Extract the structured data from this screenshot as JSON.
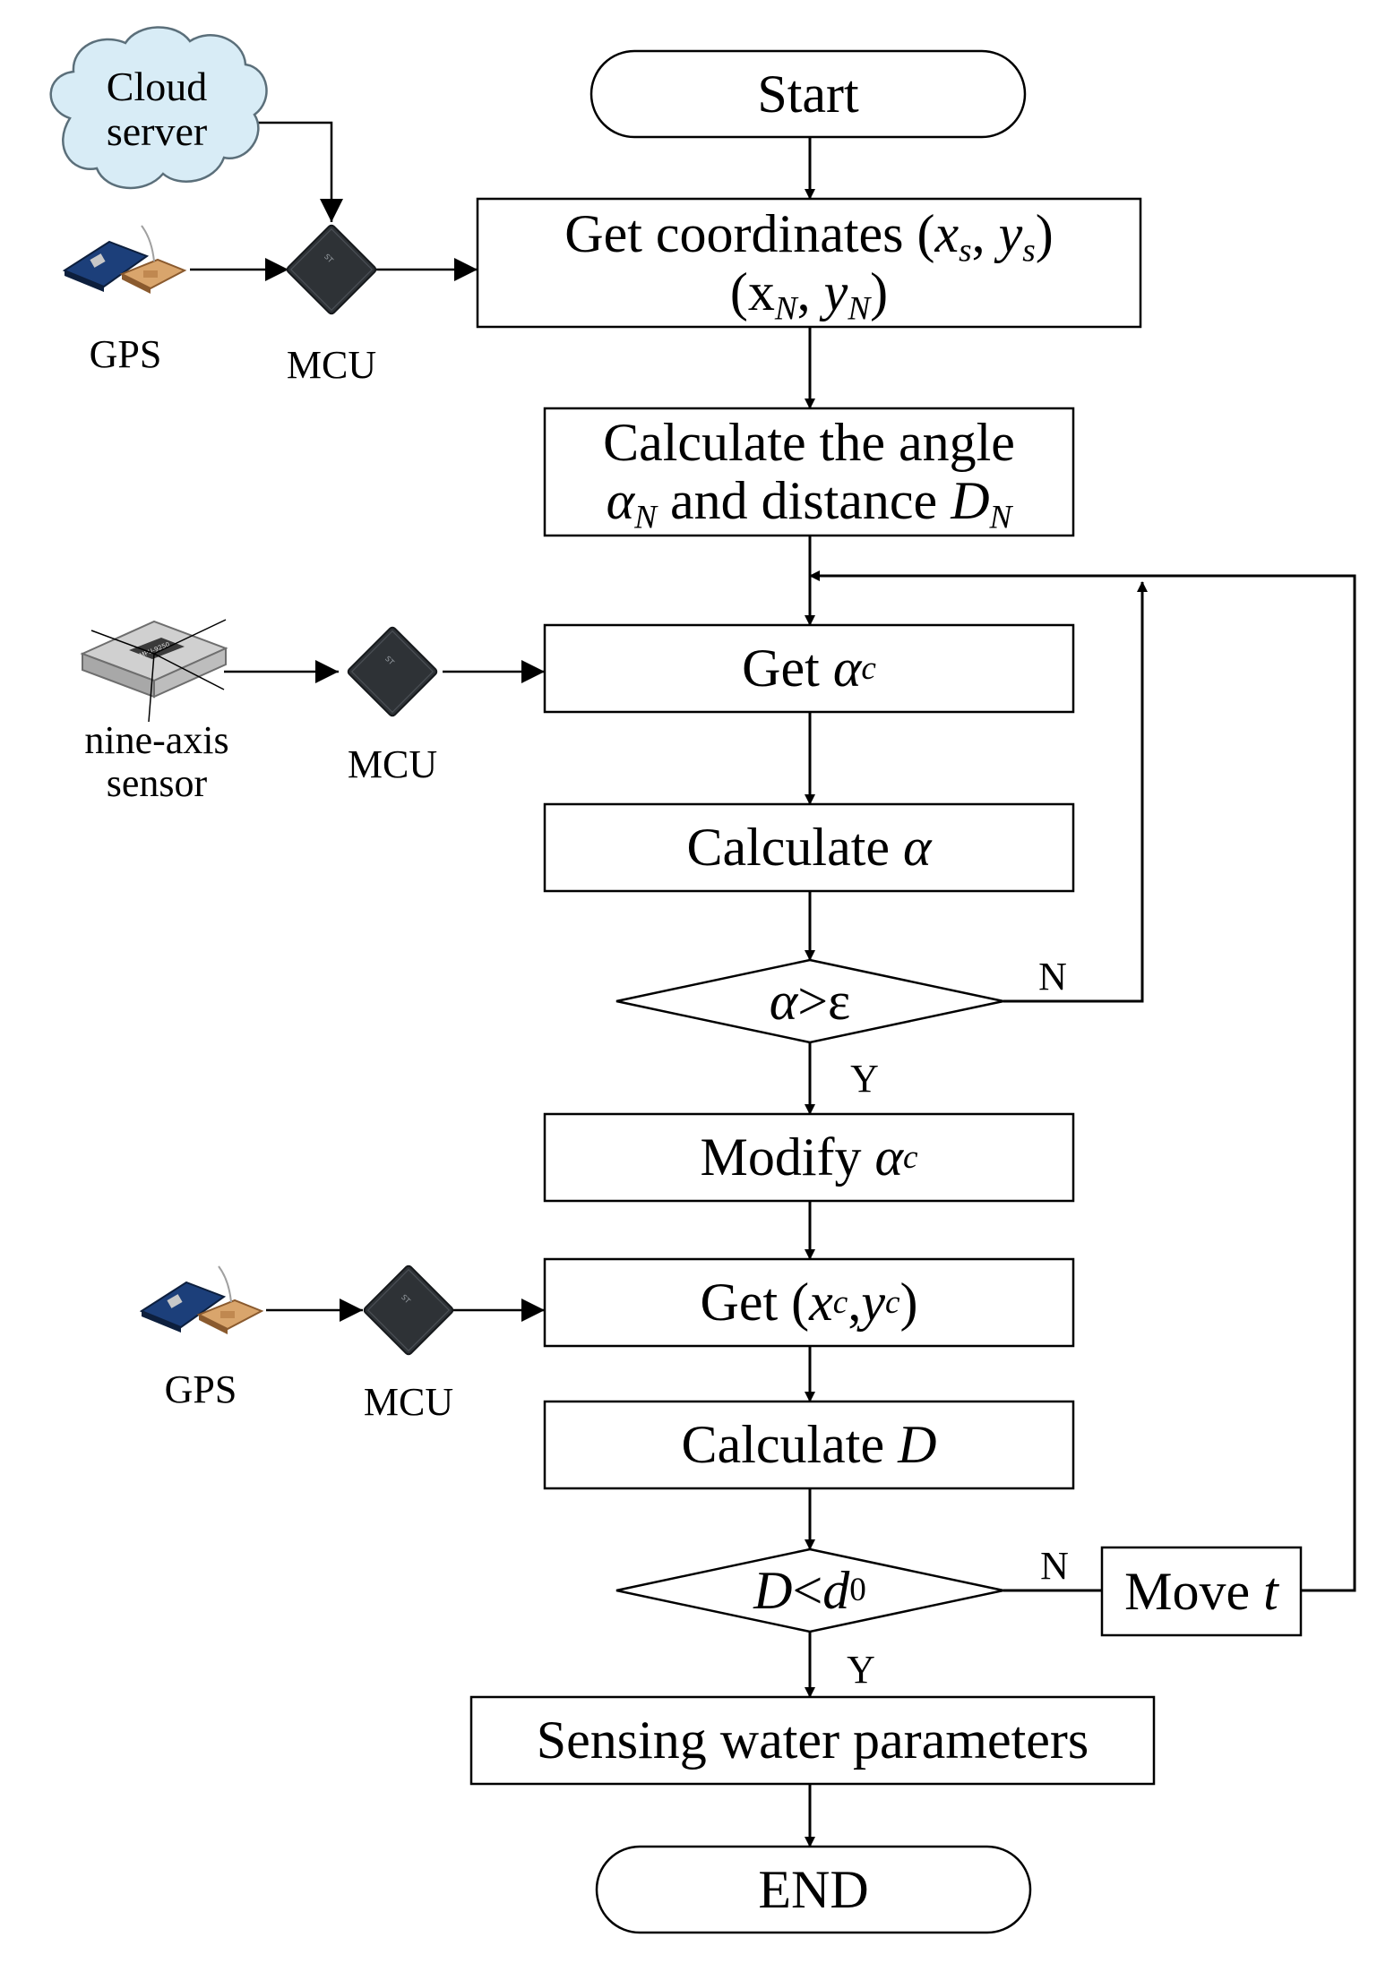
{
  "nodes": {
    "start": "Start",
    "get_coordinates": {
      "line1_text": "Get coordinates (",
      "xs": "x",
      "xs_sub": "s",
      "comma": ", ",
      "ys": "y",
      "ys_sub": "s",
      "close": ")",
      "line2_open": "(x",
      "xn_sub": "N",
      "comma2": ", ",
      "yn": "y",
      "yn_sub": "N",
      "close2": ")"
    },
    "calculate_angle": {
      "line1": "Calculate the angle",
      "alpha": "α",
      "alpha_sub": "N",
      "mid": " and distance ",
      "d": "D",
      "d_sub": "N"
    },
    "get_alpha_c": {
      "text": "Get ",
      "sym": "α",
      "sub": "c"
    },
    "calculate_alpha": {
      "text": "Calculate ",
      "sym": "α"
    },
    "decision_alpha": {
      "sym": "α",
      "rest": ">ε"
    },
    "modify_alpha_c": {
      "text": "Modify ",
      "sym": "α",
      "sub": "c"
    },
    "get_xc_yc": {
      "open": "Get (",
      "x": "x",
      "x_sub": "c",
      "comma": ",",
      "y": "y",
      "y_sub": "c",
      "close": ")"
    },
    "calculate_d": {
      "text": "Calculate ",
      "sym": "D"
    },
    "decision_d": {
      "d": "D",
      "lt": "<",
      "d0": "d",
      "d0_sub": "0"
    },
    "move_t": {
      "text": "Move ",
      "sym": "t"
    },
    "sensing": "Sensing water parameters",
    "end": "END"
  },
  "branch_labels": {
    "yes1": "Y",
    "no1": "N",
    "yes2": "Y",
    "no2": "N"
  },
  "devices": {
    "cloud_server": {
      "line1": "Cloud",
      "line2": "server"
    },
    "gps_top": "GPS",
    "mcu_top": "MCU",
    "nine_axis": {
      "line1": "nine-axis",
      "line2": "sensor",
      "chip_text": "MPU-9250"
    },
    "mcu_mid": "MCU",
    "gps_bottom": "GPS",
    "mcu_bottom": "MCU"
  },
  "colors": {
    "stroke": "#000000",
    "cloud_fill": "#d8ecf6",
    "chip": "#2e3236",
    "gps_board": "#1c3f7a",
    "gps_antenna": "#d9a56c",
    "sensor_board": "#c9c9c9"
  }
}
